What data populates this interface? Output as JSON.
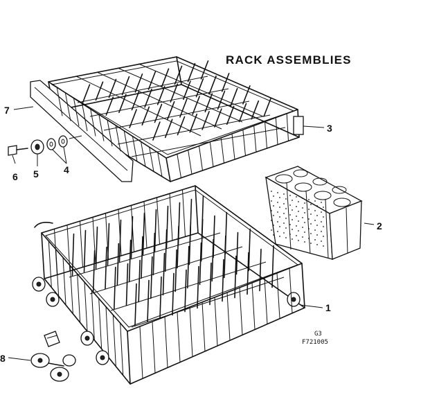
{
  "title": "RACK ASSEMBLIES",
  "callouts": [
    "1",
    "2",
    "3",
    "4",
    "5",
    "6",
    "7",
    "8"
  ],
  "figure_code": {
    "line1": "G3",
    "line2": "F721005"
  }
}
